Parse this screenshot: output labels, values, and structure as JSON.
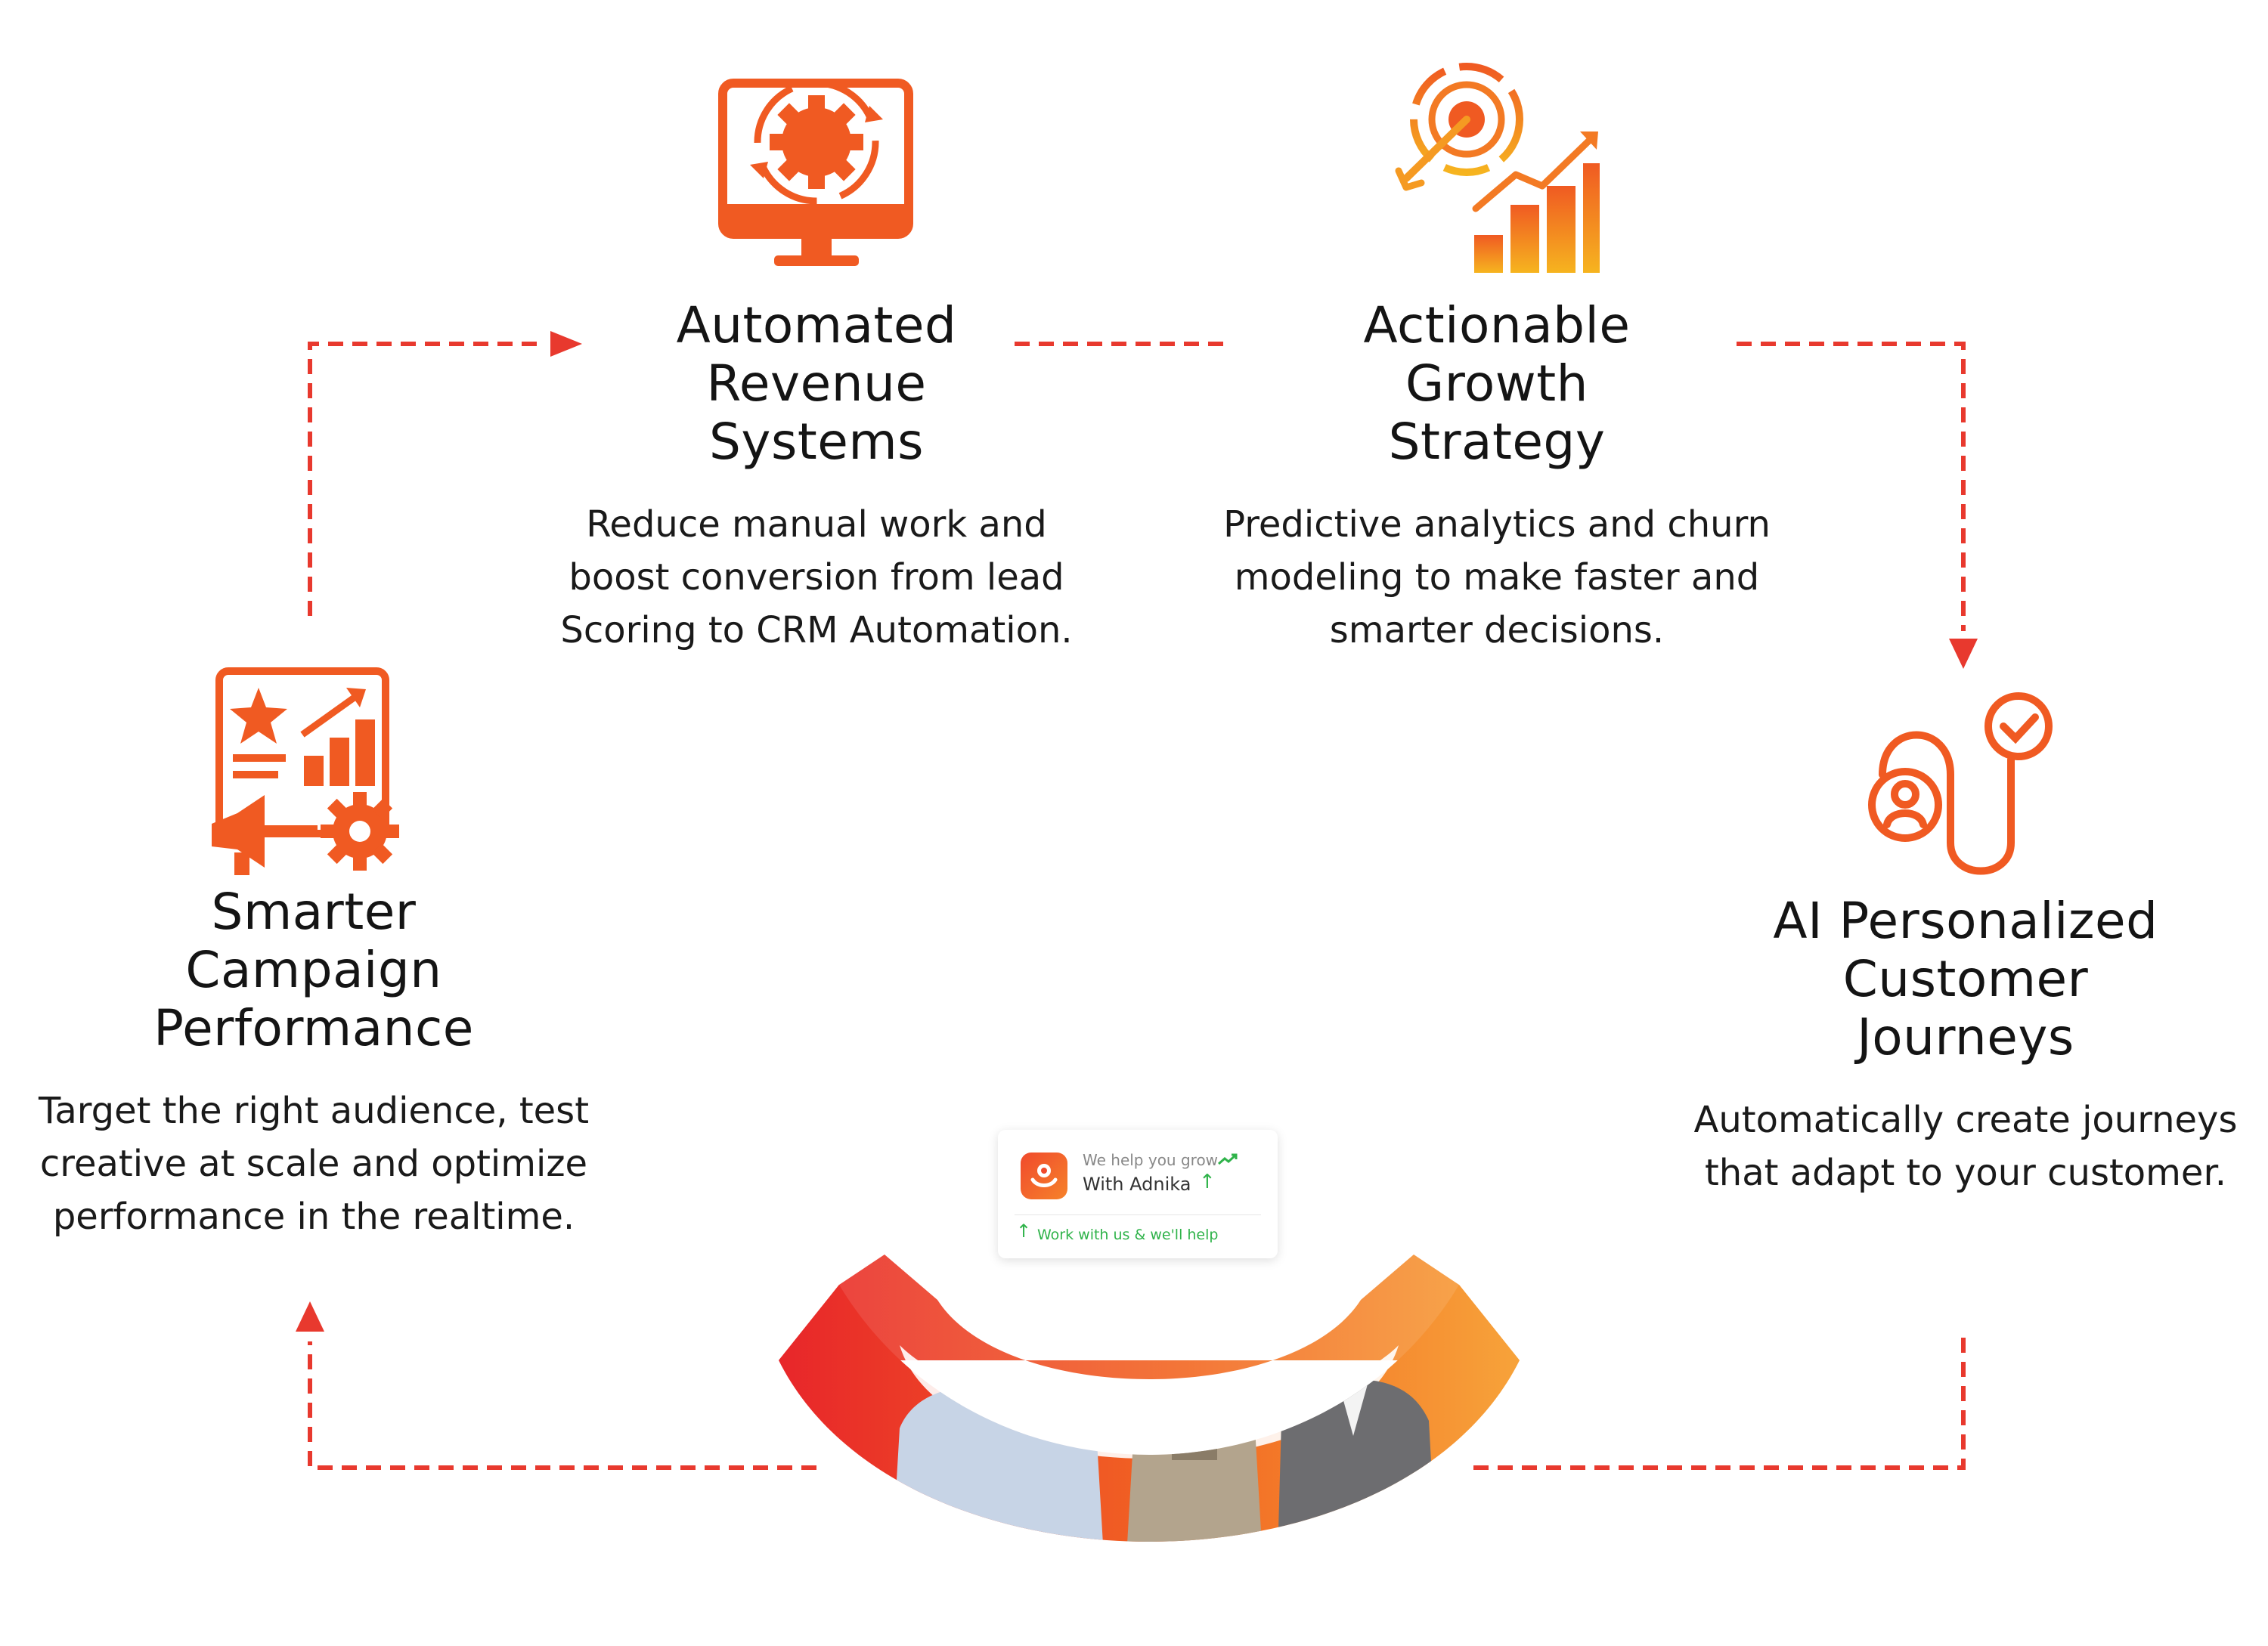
{
  "colors": {
    "accent_orange": "#F05A22",
    "accent_yellow": "#F5A623",
    "connector_red": "#E8392E",
    "gradient_start": "#E8262A",
    "gradient_end": "#F7A33A"
  },
  "steps": {
    "revenue": {
      "icon": "monitor-gear-icon",
      "title": [
        "Automated",
        "Revenue",
        "Systems"
      ],
      "description": [
        "Reduce manual work and",
        "boost conversion from lead",
        "Scoring to CRM Automation."
      ]
    },
    "growth": {
      "icon": "target-growth-chart-icon",
      "title": [
        "Actionable",
        "Growth",
        "Strategy"
      ],
      "description": [
        "Predictive analytics and churn",
        "modeling to make faster and",
        "smarter decisions."
      ]
    },
    "campaign": {
      "icon": "campaign-dashboard-icon",
      "title": [
        "Smarter",
        "Campaign",
        "Performance"
      ],
      "description": [
        "Target the right audience, test",
        "creative at scale and optimize",
        "performance in the realtime."
      ]
    },
    "ai": {
      "icon": "user-journey-check-icon",
      "title": [
        "AI Personalized",
        "Customer",
        "Journeys"
      ],
      "description": [
        "Automatically create journeys",
        "that adapt to your customer."
      ]
    }
  },
  "promo_card": {
    "line1": "We help you grow",
    "line2": "With Adnika",
    "line3": "Work with us & we'll help"
  }
}
